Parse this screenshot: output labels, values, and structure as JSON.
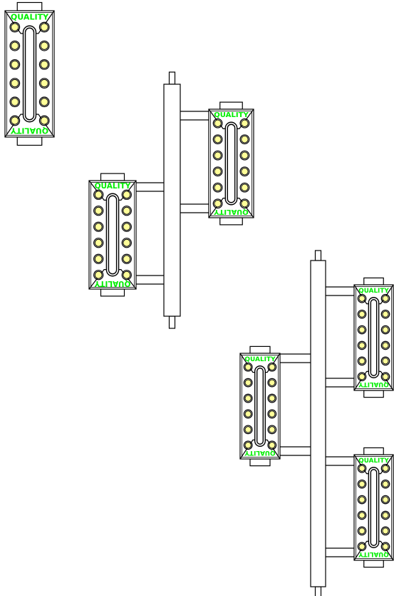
{
  "drawing": {
    "background": "#ffffff",
    "line_color": "#000000",
    "bolt_fill": "#ffff99",
    "label_color": "#00ee00",
    "module_label_top": "QUALITY",
    "module_label_bottom": "QUALITY",
    "bolts_per_side": 6,
    "assemblies": [
      {
        "name": "single-module-assembly",
        "modules": 1
      },
      {
        "name": "two-module-assembly",
        "modules": 2
      },
      {
        "name": "three-module-assembly",
        "modules": 3
      }
    ]
  }
}
